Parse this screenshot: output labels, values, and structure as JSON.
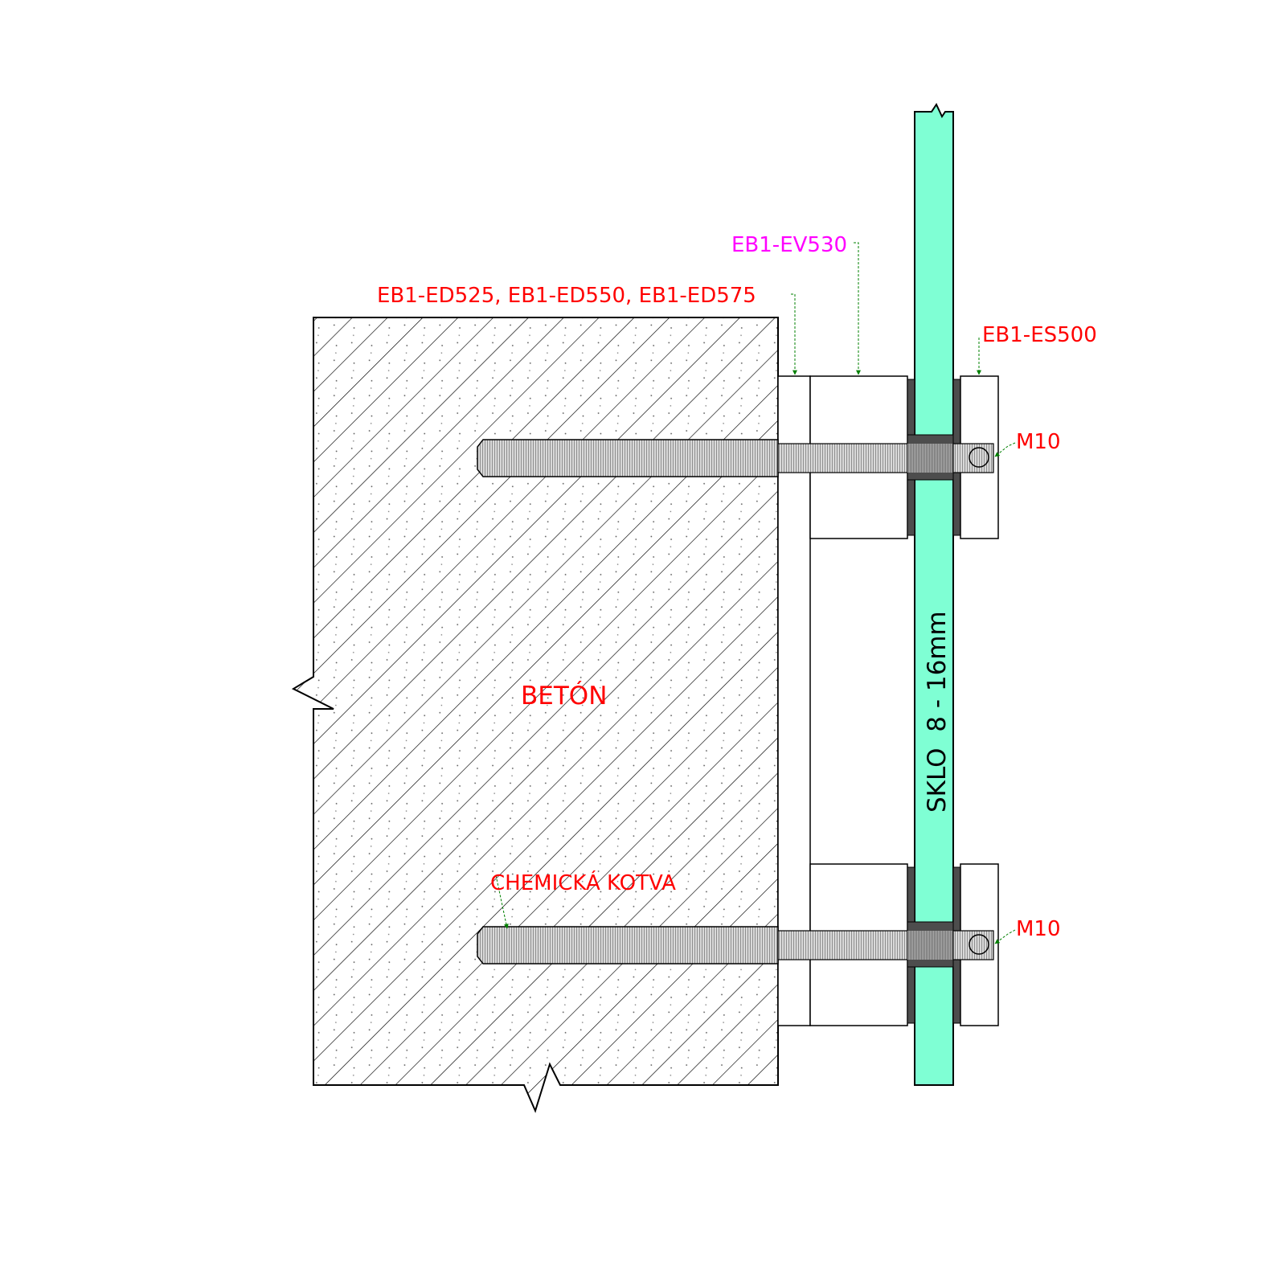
{
  "labels": {
    "glass_holder": "EB1-EV530",
    "spacers": "EB1-ED525, EB1-ED550, EB1-ED575",
    "outer_cap": "EB1-ES500",
    "thread_top": "M10",
    "thread_bottom": "M10",
    "concrete": "BETÓN",
    "glass": "SKLO  8 - 16mm",
    "anchor": "CHEMICKÁ KOTVA"
  },
  "colors": {
    "label_red": "#ff0000",
    "label_magenta": "#ff00ff",
    "leader_green": "#008000",
    "glass_fill": "#7fffd4",
    "gasket_fill": "#4d4d4d",
    "outline": "#000000"
  }
}
